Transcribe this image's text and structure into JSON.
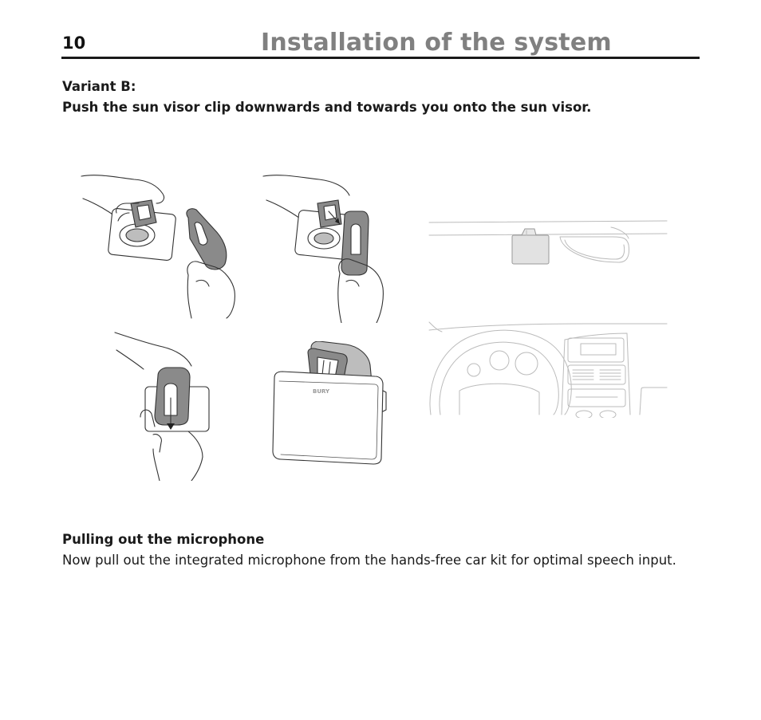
{
  "header": {
    "page_number": "10",
    "title": "Installation of the system"
  },
  "section_variant": {
    "heading": "Variant B:",
    "instruction": "Push the sun visor clip downwards and towards you onto the sun visor."
  },
  "figures": {
    "device_logo": "BURY"
  },
  "section_microphone": {
    "heading": "Pulling out the microphone",
    "text": "Now pull out the integrated microphone from the hands-free car kit for optimal speech input."
  }
}
